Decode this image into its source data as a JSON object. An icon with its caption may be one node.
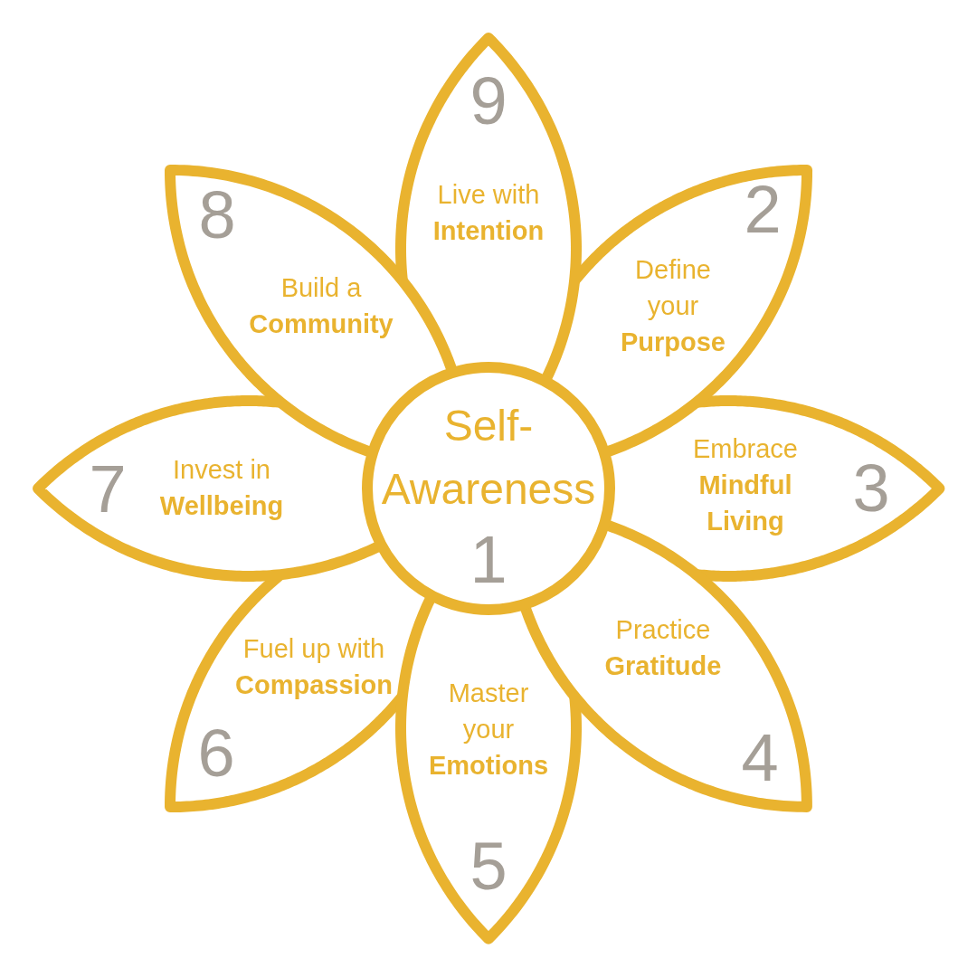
{
  "diagram": {
    "nodes": [
      {
        "text": [
          "Self-Awareness",
          "1"
        ]
      },
      {
        "text": [
          "2",
          "Define your **Purpose**"
        ]
      },
      {
        "text": [
          "Embrace **Mindful Living**",
          "3"
        ]
      },
      {
        "text": [
          "Practice **Gratitude**",
          "4"
        ]
      },
      {
        "text": [
          "Master your **Emotions**",
          "5"
        ]
      },
      {
        "text": [
          "Fuel up with **Compassion**",
          "6"
        ]
      },
      {
        "text": [
          "7",
          "Invest in **Wellbeing**"
        ]
      },
      {
        "text": [
          "8",
          "Build a **Community**"
        ]
      },
      {
        "text": [
          "9",
          "Live with **Intention**"
        ]
      }
    ]
  }
}
